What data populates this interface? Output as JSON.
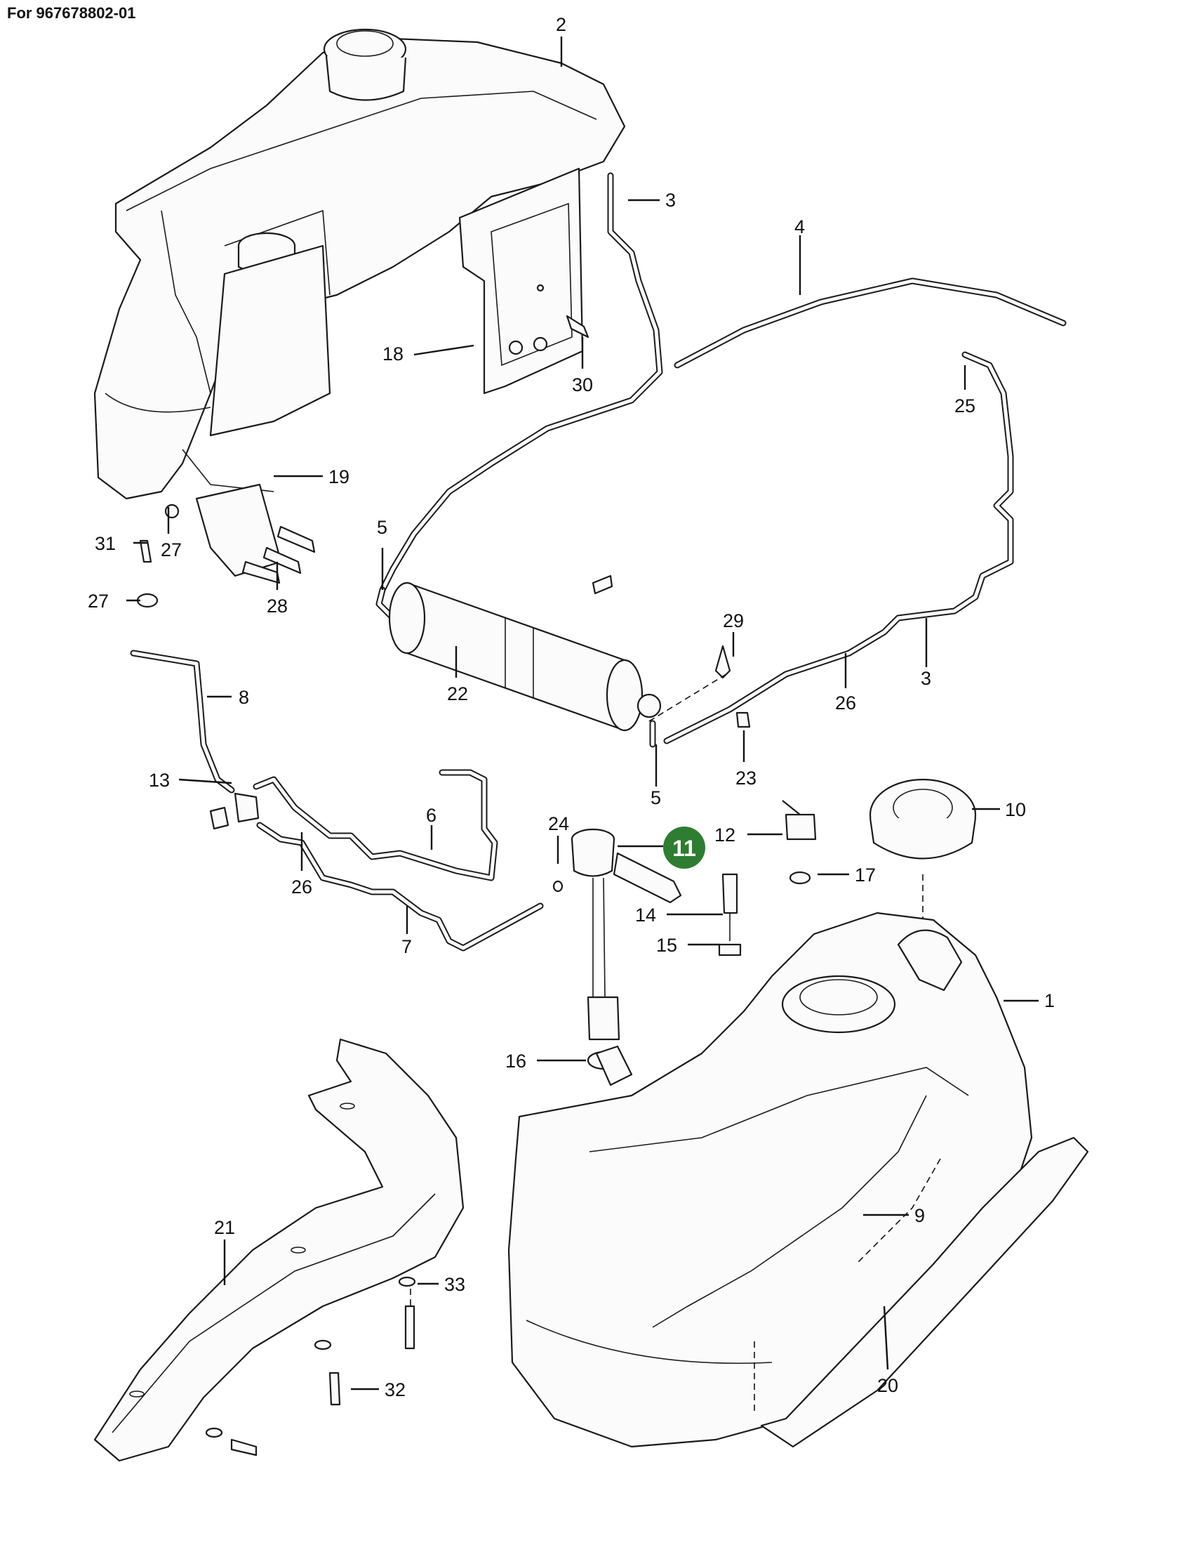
{
  "header": {
    "title": "For 967678802-01"
  },
  "highlight": {
    "label": "11",
    "color": "#2e7d32"
  },
  "callouts": [
    {
      "id": "c1",
      "label": "1"
    },
    {
      "id": "c2",
      "label": "2"
    },
    {
      "id": "c3a",
      "label": "3"
    },
    {
      "id": "c3b",
      "label": "3"
    },
    {
      "id": "c4",
      "label": "4"
    },
    {
      "id": "c5a",
      "label": "5"
    },
    {
      "id": "c5b",
      "label": "5"
    },
    {
      "id": "c6",
      "label": "6"
    },
    {
      "id": "c7",
      "label": "7"
    },
    {
      "id": "c8",
      "label": "8"
    },
    {
      "id": "c9",
      "label": "9"
    },
    {
      "id": "c10",
      "label": "10"
    },
    {
      "id": "c12",
      "label": "12"
    },
    {
      "id": "c13",
      "label": "13"
    },
    {
      "id": "c14",
      "label": "14"
    },
    {
      "id": "c15",
      "label": "15"
    },
    {
      "id": "c16",
      "label": "16"
    },
    {
      "id": "c17",
      "label": "17"
    },
    {
      "id": "c18",
      "label": "18"
    },
    {
      "id": "c19",
      "label": "19"
    },
    {
      "id": "c20",
      "label": "20"
    },
    {
      "id": "c21",
      "label": "21"
    },
    {
      "id": "c22",
      "label": "22"
    },
    {
      "id": "c23",
      "label": "23"
    },
    {
      "id": "c24",
      "label": "24"
    },
    {
      "id": "c25",
      "label": "25"
    },
    {
      "id": "c26a",
      "label": "26"
    },
    {
      "id": "c26b",
      "label": "26"
    },
    {
      "id": "c27a",
      "label": "27"
    },
    {
      "id": "c27b",
      "label": "27"
    },
    {
      "id": "c28",
      "label": "28"
    },
    {
      "id": "c29",
      "label": "29"
    },
    {
      "id": "c30",
      "label": "30"
    },
    {
      "id": "c31",
      "label": "31"
    },
    {
      "id": "c32",
      "label": "32"
    },
    {
      "id": "c33",
      "label": "33"
    }
  ]
}
